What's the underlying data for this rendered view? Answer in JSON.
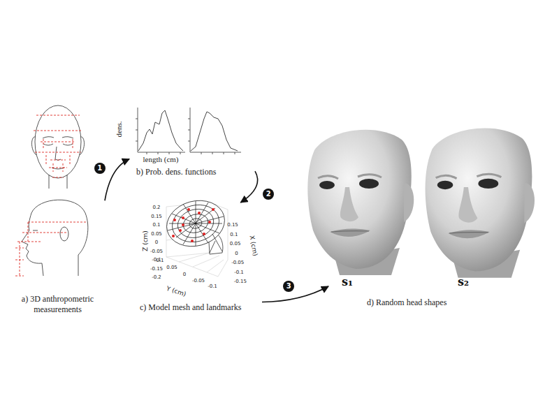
{
  "diagram": {
    "nodes": [
      {
        "text": [
          "a) 3D anthropometric measurements"
        ]
      },
      {
        "text": [
          "b) Prob. dens. functions"
        ]
      },
      {
        "text": [
          "c) Model mesh and landmarks"
        ]
      },
      {
        "text": [
          "d) Random head shapes"
        ]
      }
    ],
    "edges": [
      {
        "from": 0,
        "to": 1,
        "arrow": "to",
        "label": "1"
      },
      {
        "from": 1,
        "to": 2,
        "arrow": "to",
        "label": "2"
      },
      {
        "from": 2,
        "to": 3,
        "arrow": "to",
        "label": "3"
      }
    ],
    "labels": [
      "dens.",
      "length (cm)",
      "Z (cm)",
      "0.2",
      "0.15",
      "0.1",
      "0.05",
      "0",
      "-0.05",
      "-0.1",
      "-0.15",
      "-0.2",
      "X (cm)",
      "0.15",
      "0.1",
      "0.05",
      "0",
      "-0.05",
      "-0.1",
      "-0.15",
      "Y (cm)",
      "0.1",
      "0.05",
      "0",
      "-0.05",
      "-0.1",
      "s₁",
      "s₂"
    ]
  }
}
